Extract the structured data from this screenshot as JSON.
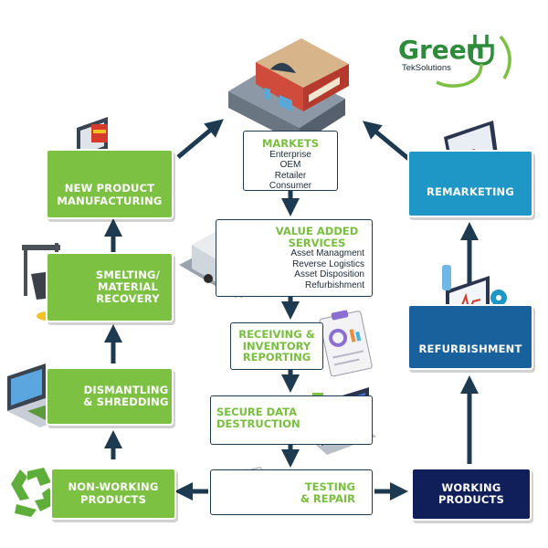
{
  "logo": {
    "name": "Green",
    "sub": "TekSolutions",
    "color": "#2e8b3a"
  },
  "markets": {
    "title": "MARKETS",
    "items": [
      "Enterprise",
      "OEM",
      "Retailer",
      "Consumer"
    ]
  },
  "value_added": {
    "title_line1": "VALUE ADDED",
    "title_line2": "SERVICES",
    "items": [
      "Asset Managment",
      "Reverse Logistics",
      "Asset Disposition",
      "Refurbishment"
    ]
  },
  "receiving": {
    "line1": "RECEIVING &",
    "line2": "INVENTORY",
    "line3": "REPORTING"
  },
  "secure_data": {
    "line1": "SECURE DATA",
    "line2": "DESTRUCTION"
  },
  "testing": {
    "line1": "TESTING",
    "line2": "& REPAIR"
  },
  "left_column": {
    "new_product": {
      "line1": "NEW PRODUCT",
      "line2": "MANUFACTURING"
    },
    "smelting": {
      "line1": "SMELTING/",
      "line2": "MATERIAL",
      "line3": "RECOVERY"
    },
    "dismantling": {
      "line1": "DISMANTLING",
      "line2": "& SHREDDING"
    },
    "non_working": {
      "line1": "NON-WORKING",
      "line2": "PRODUCTS"
    }
  },
  "right_column": {
    "remarketing": {
      "line1": "REMARKETING"
    },
    "refurbishment": {
      "line1": "REFURBISHMENT"
    },
    "working": {
      "line1": "WORKING",
      "line2": "PRODUCTS"
    }
  },
  "illustrations": {
    "store": "storefront-icon",
    "truck": "delivery-truck-icon",
    "clipboard": "clipboard-chart-icon",
    "laptop_code": "laptop-code-icon",
    "checklist": "checklist-icon",
    "recycle": "recycle-icon",
    "laptop_disassembly": "laptop-disassembly-icon",
    "smelter": "smelting-crucible-icon",
    "product_laptop": "new-product-laptop-icon",
    "remarketing_laptop": "remarketing-laptop-icon",
    "repair_laptop": "repair-laptop-icon"
  },
  "colors": {
    "green": "#7dc142",
    "cyan": "#1f97c6",
    "blue": "#19619d",
    "navy": "#101e5a",
    "arrow": "#1d3a50"
  }
}
